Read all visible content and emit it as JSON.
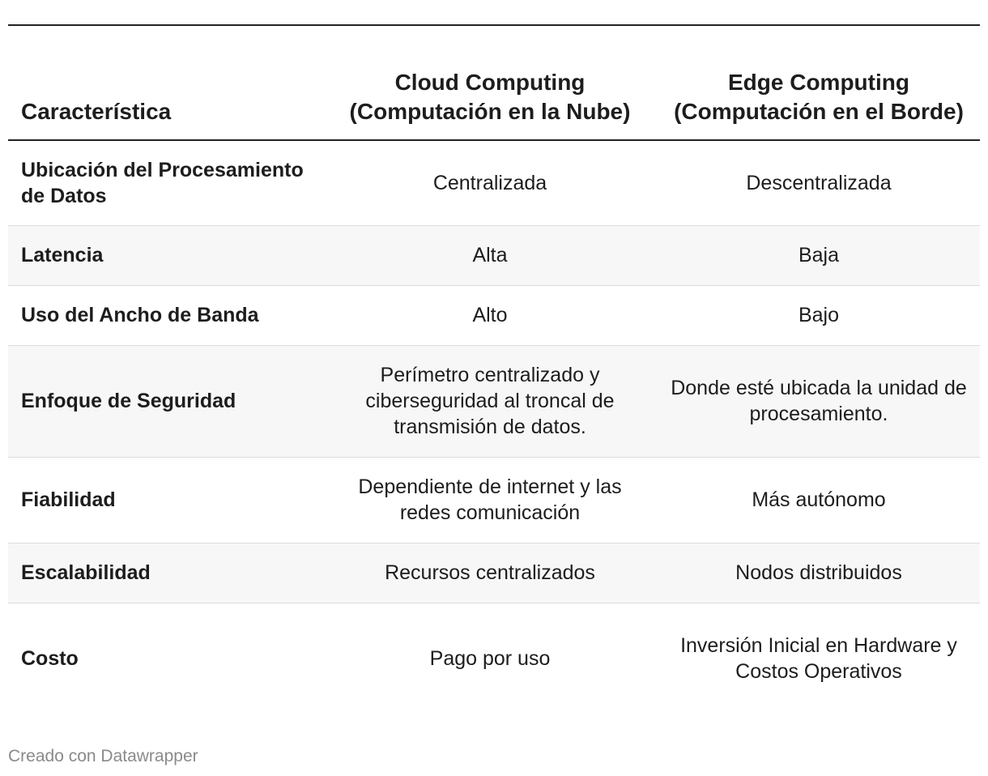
{
  "table": {
    "headers": [
      "Característica",
      "Cloud Computing (Computación en la Nube)",
      "Edge Computing (Computación en el Borde)"
    ],
    "rows": [
      [
        "Ubicación del Procesamiento de Datos",
        "Centralizada",
        "Descentralizada"
      ],
      [
        "Latencia",
        "Alta",
        "Baja"
      ],
      [
        "Uso del Ancho de Banda",
        "Alto",
        "Bajo"
      ],
      [
        "Enfoque de Seguridad",
        "Perímetro centralizado y ciberseguridad al troncal de transmisión de datos.",
        "Donde esté ubicada la unidad de procesamiento."
      ],
      [
        "Fiabilidad",
        "Dependiente de internet y las redes comunicación",
        "Más autónomo"
      ],
      [
        "Escalabilidad",
        "Recursos centralizados",
        "Nodos distribuidos"
      ],
      [
        "Costo",
        "Pago por uso",
        "Inversión Inicial en Hardware y Costos Operativos"
      ]
    ]
  },
  "footer": {
    "credit": "Creado con Datawrapper"
  }
}
